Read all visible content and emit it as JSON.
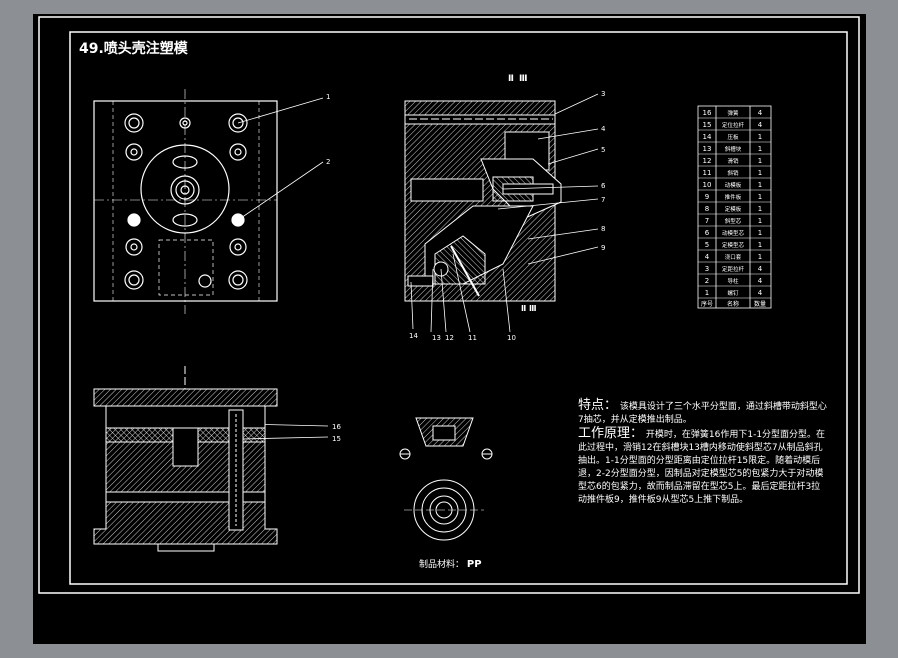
{
  "title": "49.喷头壳注塑模",
  "section_label_top": "Ⅱ Ⅲ",
  "section_label_side": "Ⅱ Ⅲ",
  "callouts": [
    "1",
    "2",
    "3",
    "4",
    "5",
    "6",
    "7",
    "8",
    "9",
    "10",
    "11",
    "12",
    "13",
    "14",
    "15",
    "16"
  ],
  "features": {
    "heading": "特点：",
    "heading_text": "该模具设计了三个水平分型面，通过斜槽带动斜型心7抽芯，并从定模推出制品。",
    "principle_heading": "工作原理：",
    "principle_text": "开模时，在弹簧16作用下1-1分型面分型。在此过程中，滑销12在斜槽块13槽内移动使斜型芯7从制品斜孔抽出。1-1分型面的分型距离由定位拉杆15限定。随着动模后退，2-2分型面分型，因制品对定模型芯5的包紧力大于对动模型芯6的包紧力，故而制品滞留在型芯5上。最后定距拉杆3拉动推件板9，推件板9从型芯5上推下制品。"
  },
  "material": {
    "label": "制品材料：",
    "value": "PP"
  },
  "bom": {
    "header": [
      "序号",
      "名称",
      "数量"
    ],
    "rows": [
      [
        "16",
        "弹簧",
        "4"
      ],
      [
        "15",
        "定位拉杆",
        "4"
      ],
      [
        "14",
        "压板",
        "1"
      ],
      [
        "13",
        "斜槽块",
        "1"
      ],
      [
        "12",
        "滑销",
        "1"
      ],
      [
        "11",
        "斜销",
        "1"
      ],
      [
        "10",
        "动模板",
        "1"
      ],
      [
        "9",
        "推件板",
        "1"
      ],
      [
        "8",
        "定模板",
        "1"
      ],
      [
        "7",
        "斜型芯",
        "1"
      ],
      [
        "6",
        "动模型芯",
        "1"
      ],
      [
        "5",
        "定模型芯",
        "1"
      ],
      [
        "4",
        "浇口套",
        "1"
      ],
      [
        "3",
        "定距拉杆",
        "4"
      ],
      [
        "2",
        "导柱",
        "4"
      ],
      [
        "1",
        "螺钉",
        "4"
      ]
    ]
  },
  "colors": {
    "background": "#000000",
    "frame": "#ffffff",
    "chrome": "#8c8f94"
  }
}
